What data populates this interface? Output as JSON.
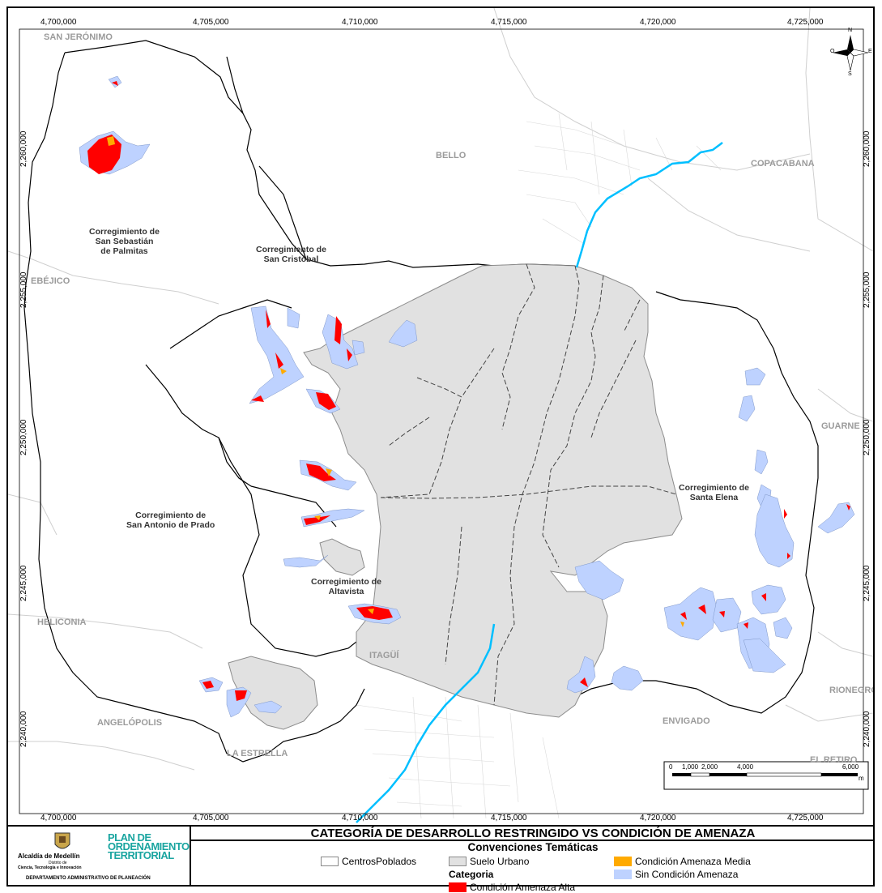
{
  "map": {
    "x_ticks": [
      "4,700,000",
      "4,705,000",
      "4,710,000",
      "4,715,000",
      "4,720,000",
      "4,725,000"
    ],
    "y_ticks": [
      "2,260,000",
      "2,255,000",
      "2,250,000",
      "2,245,000",
      "2,240,000"
    ],
    "north_arrow": {
      "icon": "compass-rose-icon",
      "n": "N",
      "s": "S",
      "e": "E",
      "w": "O"
    },
    "scale_bar": {
      "labels": [
        "0",
        "1,000",
        "2,000",
        "4,000",
        "6,000"
      ],
      "unit": "m"
    },
    "places": {
      "san_jeronimo": "SAN JERÓNIMO",
      "bello": "BELLO",
      "copacabana": "COPACABANA",
      "ebejico": "EBÉJICO",
      "guarne": "GUARNE",
      "heliconia": "HELICONIA",
      "itagui": "ITAGÜÍ",
      "rionegro": "RIONEGRO",
      "envigado": "ENVIGADO",
      "angelopolis": "ANGELÓPOLIS",
      "la_estrella": "LA ESTRELLA",
      "el_retiro": "EL RETIRO"
    },
    "corregimientos": {
      "palmitas": [
        "Corregimiento de",
        "San Sebastián",
        "de Palmitas"
      ],
      "san_cristobal": [
        "Corregimiento de",
        "San Cristóbal"
      ],
      "san_antonio": [
        "Corregimiento de",
        "San Antonio de Prado"
      ],
      "altavista": [
        "Corregimiento de",
        "Altavista"
      ],
      "santa_elena": [
        "Corregimiento de",
        "Santa Elena"
      ]
    },
    "colors": {
      "urban": "#e1e1e1",
      "urban_stroke": "#8c8c8c",
      "alta": "#ff0000",
      "media": "#ffaa00",
      "sin": "#bed2ff",
      "river": "#00bfff"
    }
  },
  "footer": {
    "title": "CATEGORÍA DE DESARROLLO RESTRINGIDO VS CONDICIÓN DE AMENAZA",
    "subtitle": "Convenciones Temáticas",
    "logo": {
      "alcaldia": "Alcaldía de Medellín",
      "distrito": "Distrito de",
      "ciencia": "Ciencia, Tecnología e Innovación",
      "plan_lines": [
        "PLAN DE",
        "ORDENAMIENTO",
        "TERRITORIAL"
      ],
      "departamento": "DEPARTAMENTO ADMINISTRATIVO DE PLANEACIÓN"
    },
    "legend": {
      "centros": "CentrosPoblados",
      "suelo_urbano": "Suelo Urbano",
      "categoria": "Categoria",
      "alta": "Condición Amenaza Alta",
      "media": "Condición Amenaza Media",
      "sin": "Sin Condición Amenaza"
    }
  }
}
